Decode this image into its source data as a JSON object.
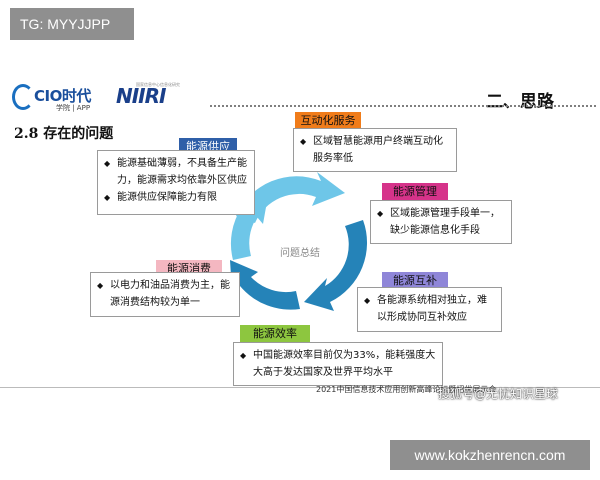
{
  "tag": {
    "text": "TG: MYYJJPP"
  },
  "logos": {
    "cio_main": "CIO时代",
    "cio_sub": "学院 | APP",
    "niiri": "NIIRI",
    "niiri_small": "国家信息中心信息化研究"
  },
  "header": {
    "section_title": "二、思路",
    "heading": "2.8 存在的问题"
  },
  "center_label": "问题总结",
  "boxes": {
    "supply": {
      "label": "能源供应",
      "items": [
        "能源基础薄弱，不具备生产能力，能源需求均依靠外区供应",
        "能源供应保障能力有限"
      ]
    },
    "interactive": {
      "label": "互动化服务",
      "items": [
        "区域智慧能源用户终端互动化服务率低"
      ]
    },
    "management": {
      "label": "能源管理",
      "items": [
        "区域能源管理手段单一，缺少能源信息化手段"
      ]
    },
    "complement": {
      "label": "能源互补",
      "items": [
        "各能源系统相对独立，难以形成协同互补效应"
      ]
    },
    "efficiency": {
      "label": "能源效率",
      "items": [
        "中国能源效率目前仅为33%，能耗强度大大高于发达国家及世界平均水平"
      ]
    },
    "consumption": {
      "label": "能源消费",
      "items": [
        "以电力和油品消费为主，能源消费结构较为单一"
      ]
    }
  },
  "colors": {
    "supply": "#2f5fa8",
    "interactive": "#f07c1a",
    "management": "#d6338a",
    "complement": "#8f86d8",
    "efficiency": "#8dc63f",
    "consumption": "#f4b7c1",
    "cycle_dark": "#2583b8",
    "cycle_light": "#6ec6e8"
  },
  "footer": {
    "text": "2021中国信息技术应用创新高峰论坛暨招优展示会",
    "watermark": "搜狐号@无忧知识星球"
  },
  "url": {
    "text": "www.kokzhenrencn.com"
  }
}
